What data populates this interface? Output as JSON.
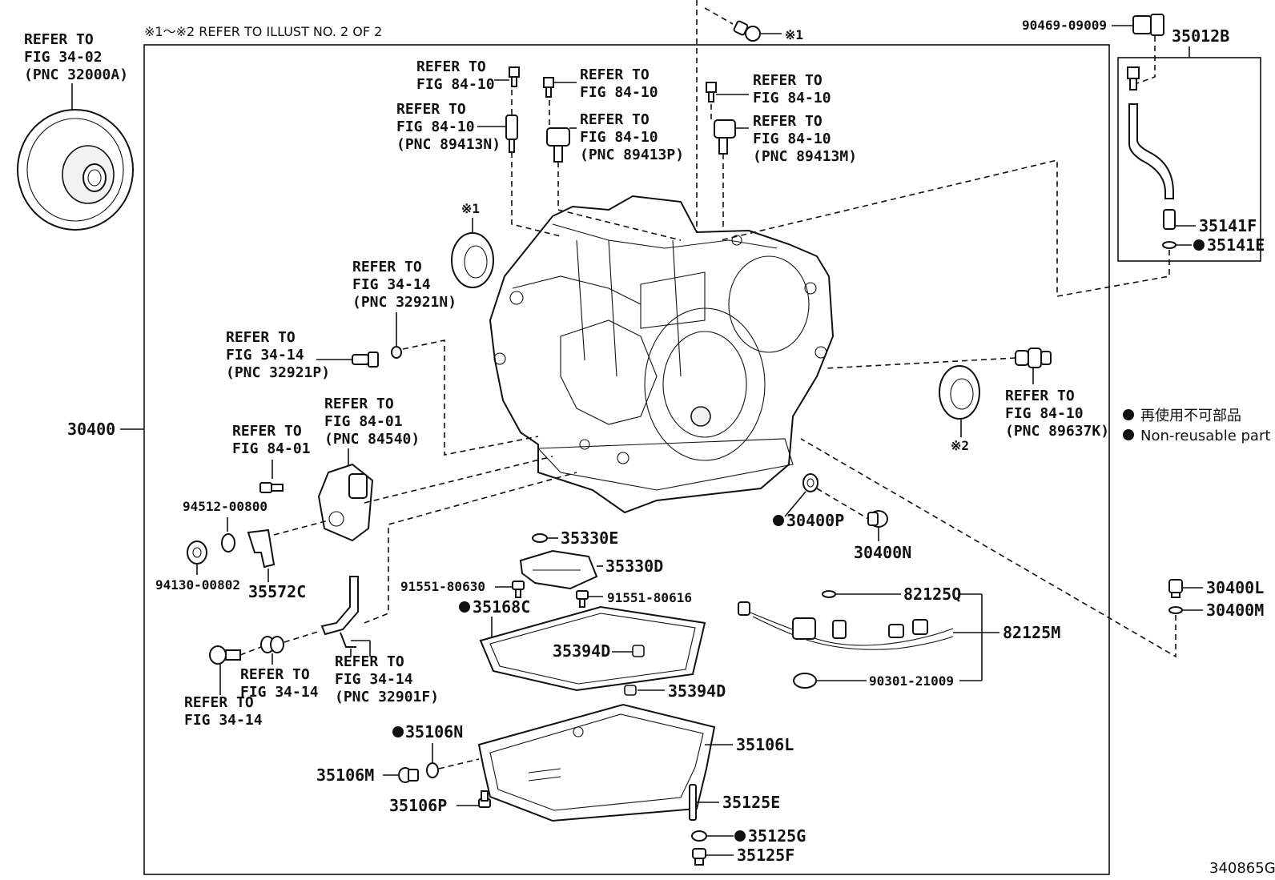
{
  "header_note": "※1～※2 REFER TO ILLUST NO. 2 OF 2",
  "figure_code": "340865G",
  "legend": {
    "jp": "再使用不可部品",
    "en": "Non-reusable part"
  },
  "main_assembly": "30400",
  "torque_converter_ref": [
    "REFER TO",
    "FIG 34-02",
    "(PNC 32000A)"
  ],
  "refs": {
    "r1": [
      "REFER TO",
      "FIG 84-10"
    ],
    "r2": [
      "REFER TO",
      "FIG 84-10",
      "(PNC 89413N)"
    ],
    "r3": [
      "REFER TO",
      "FIG 84-10"
    ],
    "r4": [
      "REFER TO",
      "FIG 84-10",
      "(PNC 89413P)"
    ],
    "r5": [
      "REFER TO",
      "FIG 84-10"
    ],
    "r6": [
      "REFER TO",
      "FIG 84-10",
      "(PNC 89413M)"
    ],
    "r7": [
      "REFER TO",
      "FIG 34-14",
      "(PNC 32921N)"
    ],
    "r8": [
      "REFER TO",
      "FIG 34-14",
      "(PNC 32921P)"
    ],
    "r9": [
      "REFER TO",
      "FIG 84-01",
      "(PNC 84540)"
    ],
    "r10": [
      "REFER TO",
      "FIG 84-01"
    ],
    "r11": [
      "REFER TO",
      "FIG 34-14"
    ],
    "r12": [
      "REFER TO",
      "FIG 34-14",
      "(PNC 32901F)"
    ],
    "r13": [
      "REFER TO",
      "FIG 34-14"
    ],
    "r14": [
      "REFER TO",
      "FIG 84-10",
      "(PNC 89637K)"
    ]
  },
  "marks": {
    "m1": "※1",
    "m1b": "※1",
    "m2": "※2"
  },
  "parts": {
    "p90469": "90469-09009",
    "p35012B": "35012B",
    "p35141F": "35141F",
    "p35141E": "35141E",
    "p94512": "94512-00800",
    "p94130": "94130-00802",
    "p35572C": "35572C",
    "p35330E": "35330E",
    "p35330D": "35330D",
    "p91551a": "91551-80630",
    "p91551b": "91551-80616",
    "p35168C": "35168C",
    "p35394D1": "35394D",
    "p35394D2": "35394D",
    "p30400P": "30400P",
    "p30400N": "30400N",
    "p82125Q": "82125Q",
    "p82125M": "82125M",
    "p90301": "90301-21009",
    "p30400L": "30400L",
    "p30400M": "30400M",
    "p35106N": "35106N",
    "p35106M": "35106M",
    "p35106P": "35106P",
    "p35106L": "35106L",
    "p35125E": "35125E",
    "p35125G": "35125G",
    "p35125F": "35125F"
  }
}
